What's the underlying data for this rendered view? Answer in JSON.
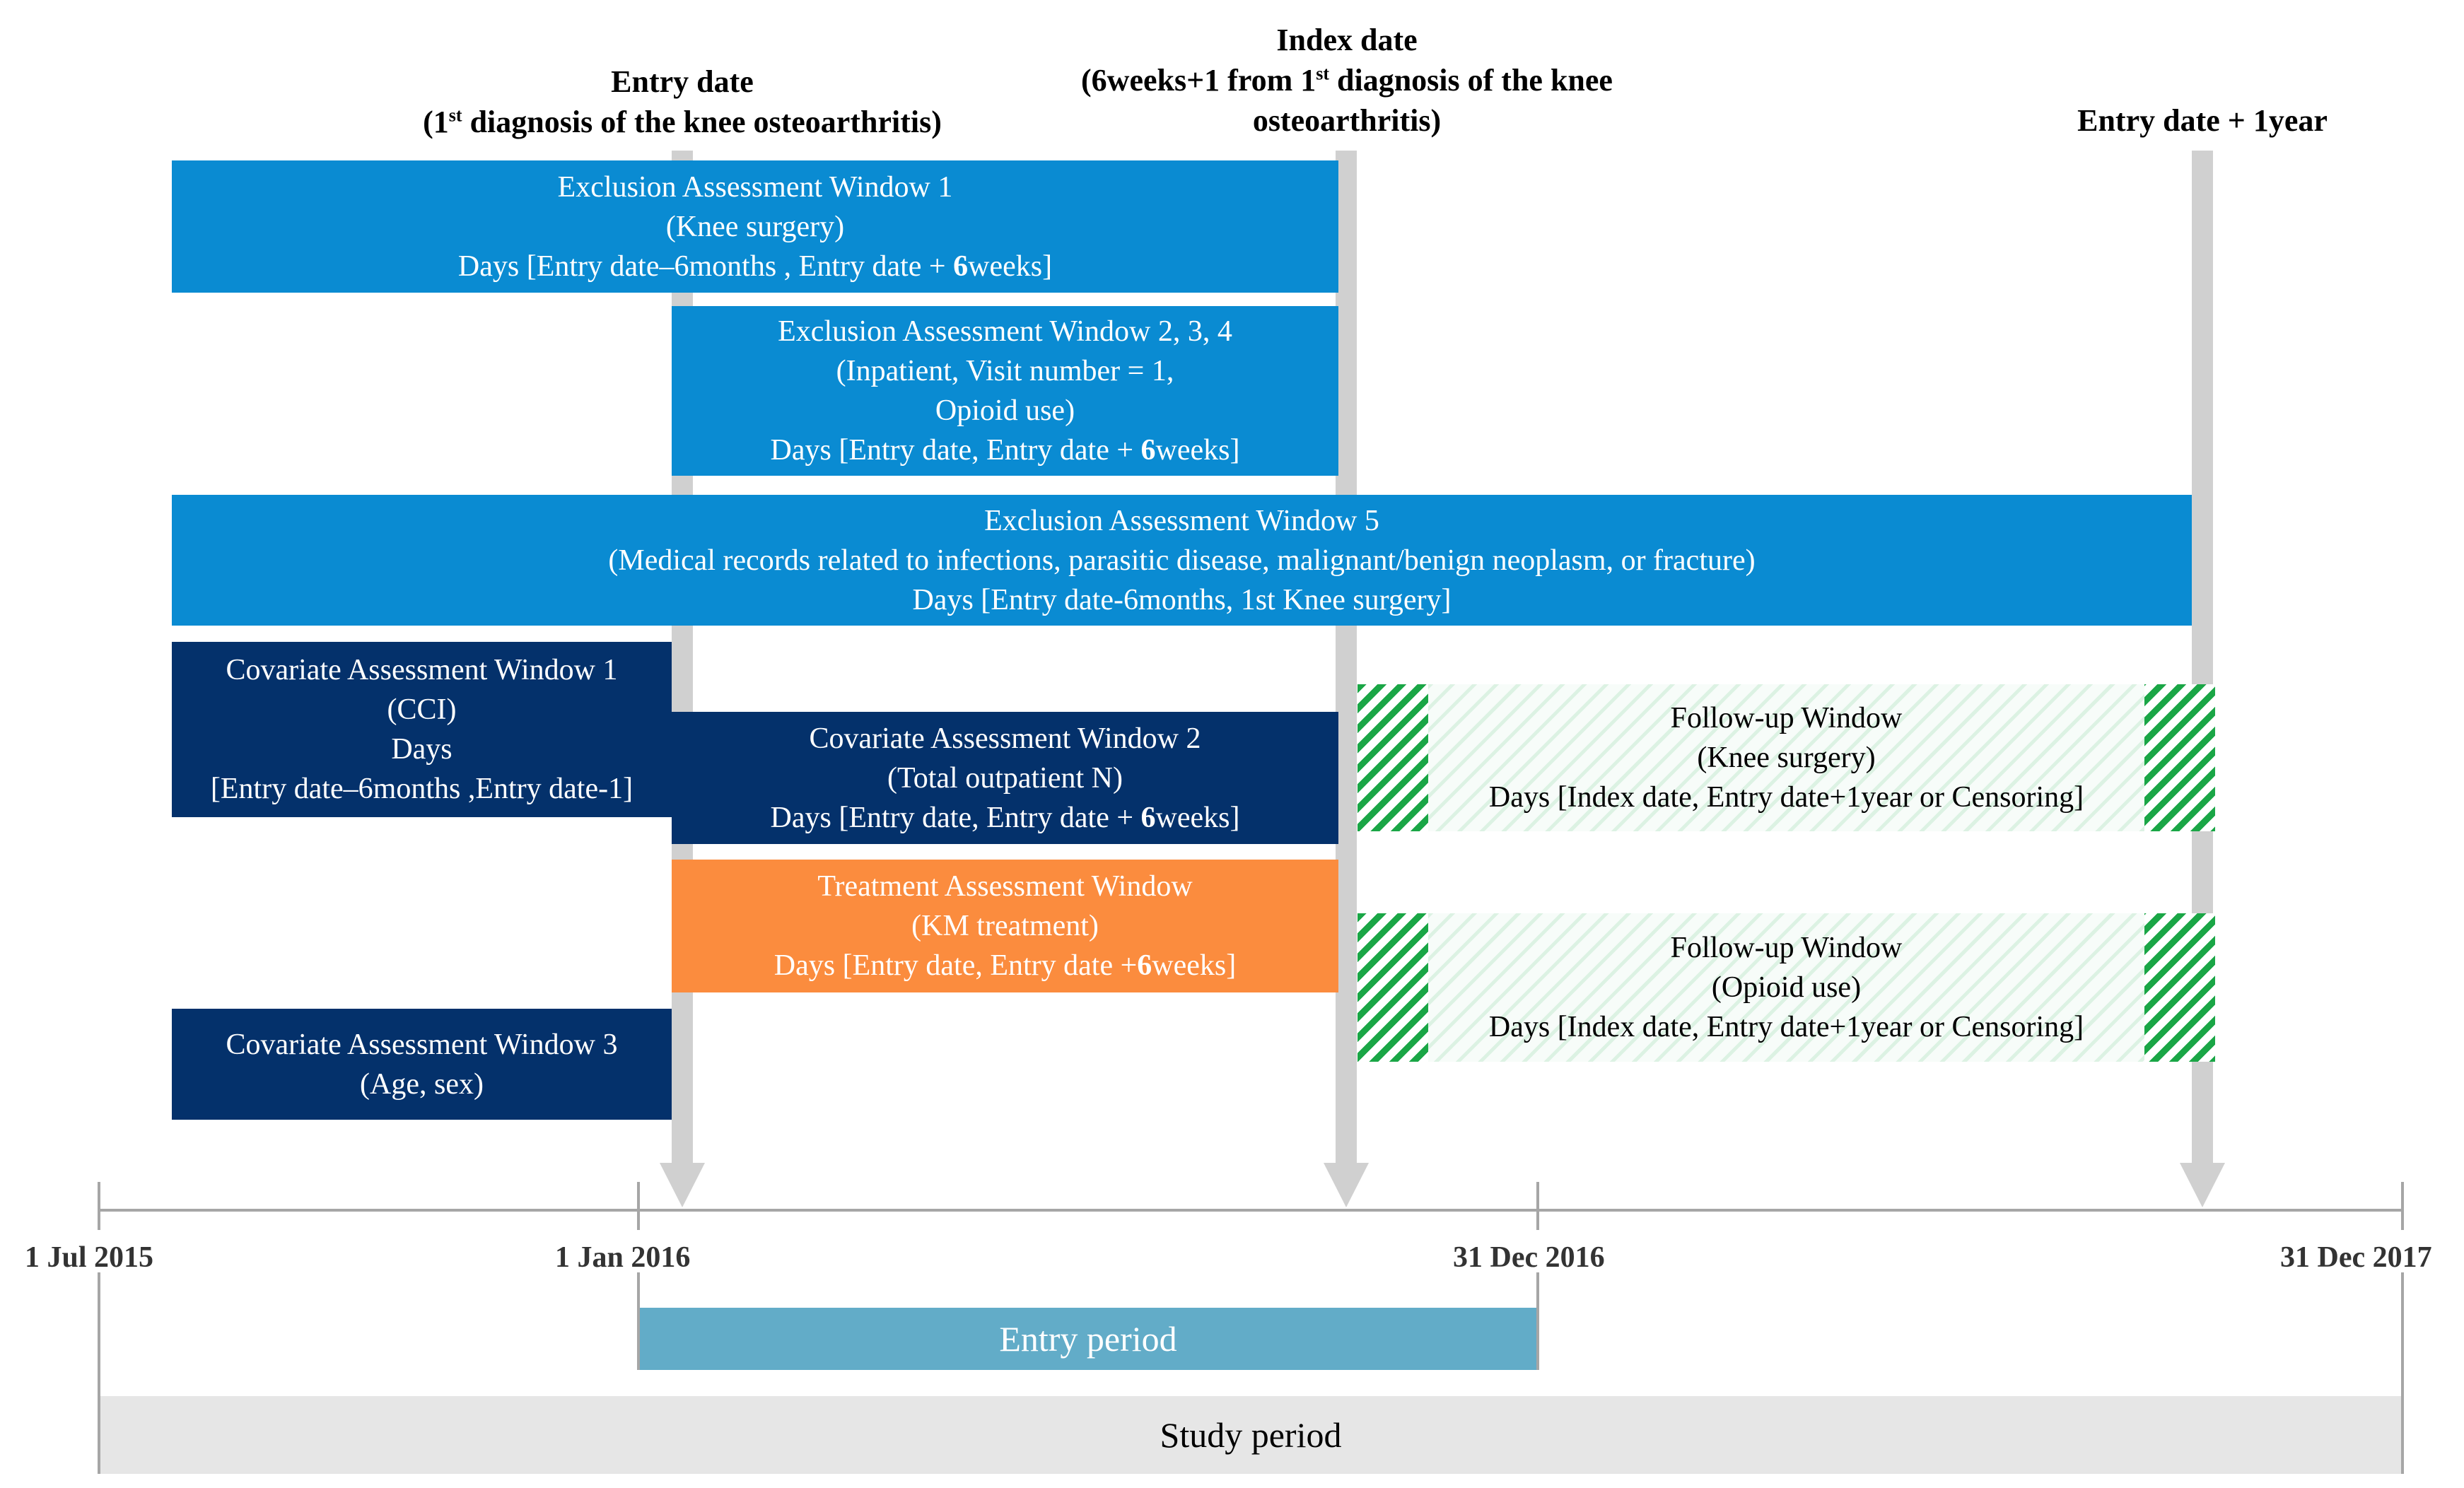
{
  "headers": {
    "entry_date_title": "Entry date",
    "entry_date_sub_pre": "(1",
    "entry_date_sub_sup": "st",
    "entry_date_sub_post": " diagnosis of the knee osteoarthritis)",
    "index_date_title": "Index date",
    "index_date_sub_pre": "(6weeks+1 from 1",
    "index_date_sub_sup": "st",
    "index_date_sub_post": " diagnosis of the knee",
    "index_date_sub_line3": "osteoarthritis)",
    "entry_plus_1year": "Entry date + 1year"
  },
  "boxes": {
    "excl1": {
      "title": "Exclusion Assessment Window 1",
      "detail": "(Knee surgery)",
      "days_pre": "Days [Entry date–6months , Entry date + ",
      "days_bold": "6",
      "days_post": "weeks]"
    },
    "excl234": {
      "title": "Exclusion Assessment Window 2, 3, 4",
      "detail1": "(Inpatient, Visit number = 1,",
      "detail2": "Opioid use)",
      "days_pre": "Days [Entry date, Entry date + ",
      "days_bold": "6",
      "days_post": "weeks]"
    },
    "excl5": {
      "title": "Exclusion Assessment Window 5",
      "detail": "(Medical records related to infections, parasitic disease, malignant/benign neoplasm, or fracture)",
      "days": "Days [Entry date-6months, 1st Knee surgery]"
    },
    "cov1": {
      "title": "Covariate Assessment Window 1",
      "detail": "(CCI)",
      "days": "Days",
      "range": "[Entry date–6months ,Entry date-1]"
    },
    "cov2": {
      "title": "Covariate Assessment Window 2",
      "detail": "(Total outpatient N)",
      "days_pre": "Days [Entry date, Entry date + ",
      "days_bold": "6",
      "days_post": "weeks]"
    },
    "treat": {
      "title": "Treatment Assessment Window",
      "detail": "(KM treatment)",
      "days_pre": "Days [Entry date, Entry date +",
      "days_bold": "6",
      "days_post": "weeks]"
    },
    "cov3": {
      "title": "Covariate Assessment Window 3",
      "detail": "(Age, sex)"
    },
    "follow1": {
      "title": "Follow-up Window",
      "detail": "(Knee surgery)",
      "days": "Days [Index date, Entry date+1year or Censoring]"
    },
    "follow2": {
      "title": "Follow-up Window",
      "detail": "(Opioid use)",
      "days": "Days [Index date, Entry date+1year or Censoring]"
    }
  },
  "timeline": {
    "ticks": [
      "1 Jul 2015",
      "1 Jan 2016",
      "31 Dec 2016",
      "31 Dec 2017"
    ],
    "entry_period": "Entry period",
    "study_period": "Study period"
  },
  "colors": {
    "exclusion": "#0a8bd2",
    "covariate": "#04316b",
    "treatment": "#fb8c3e",
    "follow_up_hatch": "#1aa646",
    "marker_arrow": "#d0d0d0",
    "entry_period": "#62acc8",
    "study_period": "#e6e6e6"
  }
}
